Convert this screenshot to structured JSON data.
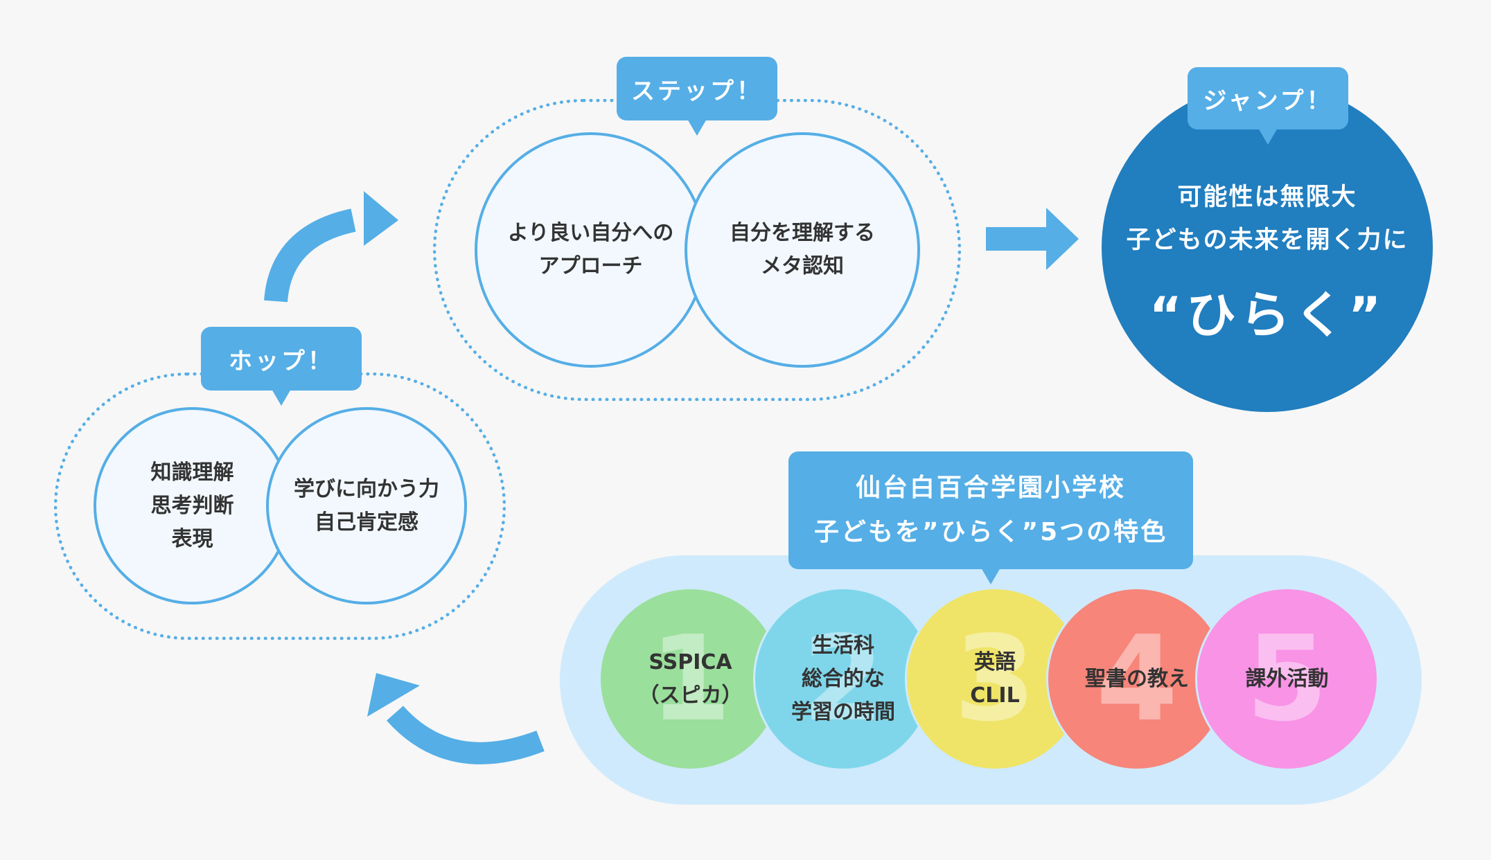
{
  "colors": {
    "background": "#f7f7f7",
    "accent": "#55aee6",
    "dark_accent": "#217ebf",
    "pill_bg": "#cfeafc",
    "feature_colors": [
      "#9adf9c",
      "#7fd6ea",
      "#efe467",
      "#f7857a",
      "#f893e6"
    ]
  },
  "hop": {
    "label": "ホップ！",
    "circles": [
      "知識理解\n思考判断\n表現",
      "学びに向かう力\n自己肯定感"
    ]
  },
  "step": {
    "label": "ステップ！",
    "circles": [
      "より良い自分への\nアプローチ",
      "自分を理解する\nメタ認知"
    ]
  },
  "jump": {
    "label": "ジャンプ！",
    "line1": "可能性は無限大",
    "line2": "子どもの未来を開く力に",
    "highlight": "“ひらく”"
  },
  "features": {
    "title": "仙台白百合学園小学校\n子どもを”ひらく”5つの特色",
    "items": [
      {
        "number": "1",
        "label": "SSPICA\n（スピカ）"
      },
      {
        "number": "2",
        "label": "生活科\n総合的な\n学習の時間"
      },
      {
        "number": "3",
        "label": "英語\nCLIL"
      },
      {
        "number": "4",
        "label": "聖書の教え"
      },
      {
        "number": "5",
        "label": "課外活動"
      }
    ]
  },
  "arrows": [
    "curved-arrow-up-right",
    "arrow-right",
    "curved-arrow-left"
  ]
}
